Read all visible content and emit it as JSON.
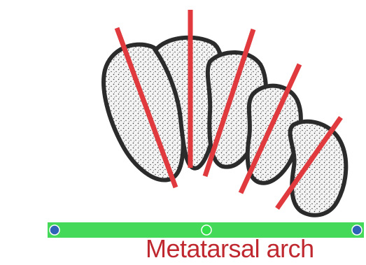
{
  "caption": {
    "text": "Metatarsal arch",
    "color": "#c0282f"
  },
  "colors": {
    "bone_fill": "#f4f4f4",
    "bone_outline": "#2b2b2b",
    "stipple": "#3a3a3a",
    "axis_line": "#e03a3e",
    "ground_bar": "#45d95a",
    "end_point": "#2e63b8",
    "mid_point": "#33e04a",
    "point_outline": "#ffffff"
  },
  "bones": [
    {
      "name": "first-metatarsal-head"
    },
    {
      "name": "second-metatarsal-head"
    },
    {
      "name": "third-metatarsal-head"
    },
    {
      "name": "fourth-metatarsal-head"
    },
    {
      "name": "fifth-metatarsal-head"
    }
  ],
  "axis_lines": [
    {
      "name": "first-metatarsal-axis"
    },
    {
      "name": "second-metatarsal-axis"
    },
    {
      "name": "third-metatarsal-axis"
    },
    {
      "name": "fourth-metatarsal-axis"
    },
    {
      "name": "fifth-metatarsal-axis"
    }
  ],
  "ground_points": [
    {
      "name": "left-ground-point",
      "kind": "end"
    },
    {
      "name": "middle-ground-point",
      "kind": "mid"
    },
    {
      "name": "right-ground-point",
      "kind": "end"
    }
  ]
}
